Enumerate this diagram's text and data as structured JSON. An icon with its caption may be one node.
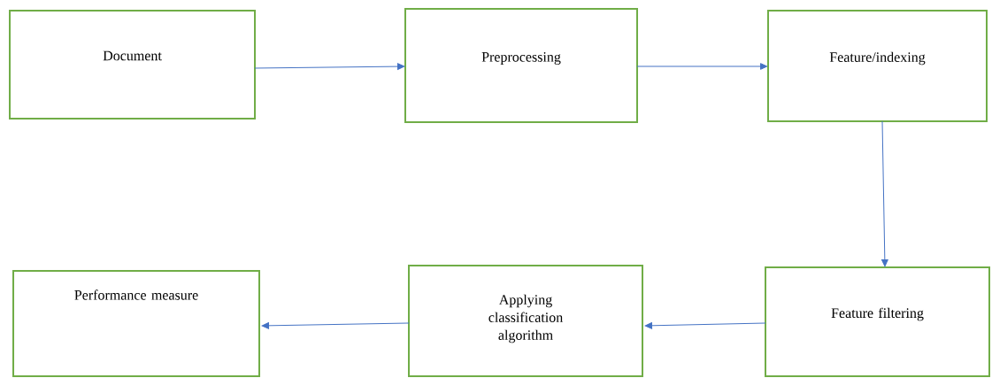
{
  "diagram": {
    "nodes": [
      {
        "text": [
          "Document"
        ]
      },
      {
        "text": [
          "Preprocessing"
        ]
      },
      {
        "text": [
          "Feature/indexing"
        ]
      },
      {
        "text": [
          "Feature filtering"
        ]
      },
      {
        "text": [
          "Applying classification algorithm"
        ]
      },
      {
        "text": [
          "Performance measure"
        ]
      }
    ],
    "edges": [
      {
        "from": 0,
        "to": 1,
        "arrow": "to"
      },
      {
        "from": 1,
        "to": 2,
        "arrow": "to"
      },
      {
        "from": 2,
        "to": 3,
        "arrow": "to"
      },
      {
        "from": 3,
        "to": 4,
        "arrow": "to"
      },
      {
        "from": 4,
        "to": 5,
        "arrow": "to"
      }
    ]
  }
}
